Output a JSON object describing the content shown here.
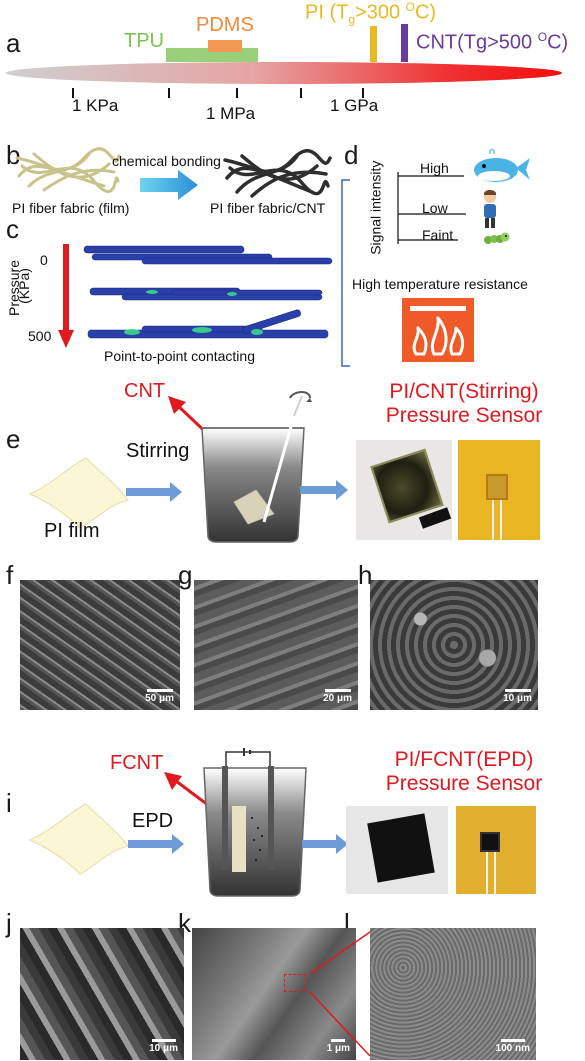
{
  "panels": [
    "a",
    "b",
    "c",
    "d",
    "e",
    "f",
    "g",
    "h",
    "i",
    "j",
    "k",
    "l"
  ],
  "panel_a": {
    "materials": {
      "tpu": "TPU",
      "pdms": "PDMS",
      "pi": "PI (T",
      "pi_sub": "g",
      "pi_rest": ">300 ",
      "pi_sup": "O",
      "pi_end": "C)",
      "cnt": "CNT(Tg>500 ",
      "cnt_sup": "O",
      "cnt_end": "C)"
    },
    "axis_labels": [
      "1 KPa",
      "1 MPa",
      "1 GPa"
    ]
  },
  "panel_b": {
    "left_label": "PI fiber fabric (film)",
    "arrow_label": "chemical bonding",
    "right_label": "PI fiber fabric/CNT"
  },
  "panel_c": {
    "axis_title": "Pressure",
    "axis_unit": "(KPa)",
    "top_value": "0",
    "bottom_value": "500",
    "caption": "Point-to-point contacting"
  },
  "panel_d": {
    "y_axis": "Signal intensity",
    "levels": [
      "High",
      "Low",
      "Faint"
    ],
    "caption": "High temperature resistance"
  },
  "panel_e": {
    "cnt_label": "CNT",
    "process": "Stirring",
    "film_label": "PI film",
    "title_line1": "PI/CNT(Stirring)",
    "title_line2": "Pressure Sensor"
  },
  "panel_fgh": {
    "scales": [
      "50 μm",
      "20 μm",
      "10 μm"
    ]
  },
  "panel_i": {
    "fcnt_label": "FCNT",
    "process": "EPD",
    "title_line1": "PI/FCNT(EPD)",
    "title_line2": "Pressure Sensor"
  },
  "panel_jkl": {
    "scales": [
      "10 μm",
      "1 μm",
      "100 nm"
    ]
  },
  "colors": {
    "red": "#e0191f",
    "blue_arrow": "#6d9bd6",
    "tpu": "#7cc24a",
    "pdms": "#f08a3c",
    "pi": "#e8b923",
    "cnt": "#6a3a9c",
    "fiber_blue": "#2a3fa8",
    "fire_orange": "#f05a28"
  }
}
